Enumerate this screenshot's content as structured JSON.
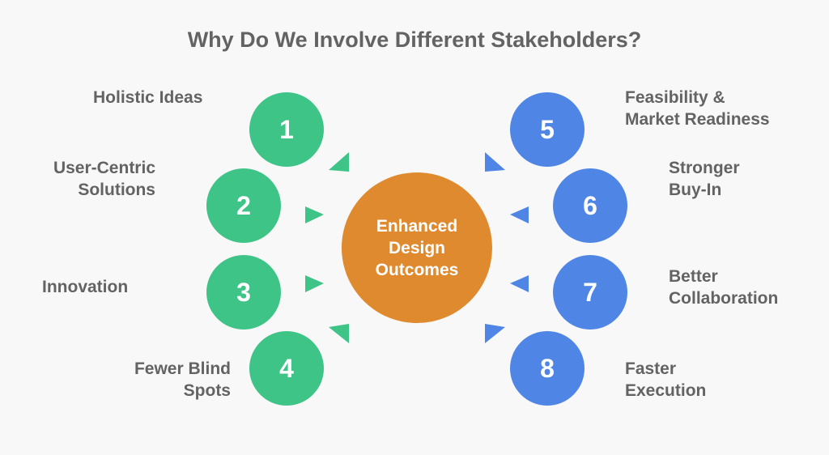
{
  "title": "Why Do We Involve Different Stakeholders?",
  "center": {
    "lines": [
      "Enhanced",
      "Design",
      "Outcomes"
    ],
    "color": "#e08a2f"
  },
  "colors": {
    "green": "#3ec487",
    "blue": "#4f86e6",
    "text": "#636363"
  },
  "items": [
    {
      "number": "1",
      "lines": [
        "Holistic Ideas"
      ],
      "side": "left",
      "color": "green"
    },
    {
      "number": "2",
      "lines": [
        "User-Centric",
        "Solutions"
      ],
      "side": "left",
      "color": "green"
    },
    {
      "number": "3",
      "lines": [
        "Innovation"
      ],
      "side": "left",
      "color": "green"
    },
    {
      "number": "4",
      "lines": [
        "Fewer Blind",
        "Spots"
      ],
      "side": "left",
      "color": "green"
    },
    {
      "number": "5",
      "lines": [
        "Feasibility &",
        "Market Readiness"
      ],
      "side": "right",
      "color": "blue"
    },
    {
      "number": "6",
      "lines": [
        "Stronger",
        "Buy-In"
      ],
      "side": "right",
      "color": "blue"
    },
    {
      "number": "7",
      "lines": [
        "Better",
        "Collaboration"
      ],
      "side": "right",
      "color": "blue"
    },
    {
      "number": "8",
      "lines": [
        "Faster",
        "Execution"
      ],
      "side": "right",
      "color": "blue"
    }
  ]
}
